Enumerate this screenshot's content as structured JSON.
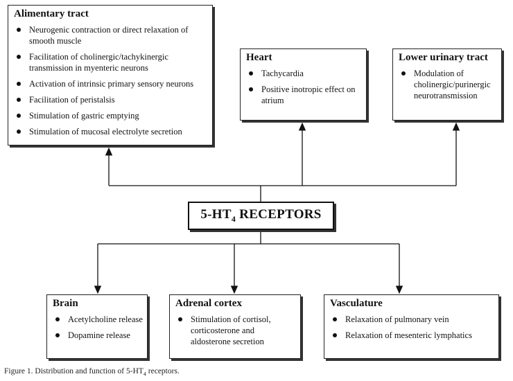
{
  "center": {
    "label_main": "5-HT",
    "label_sub": "4",
    "label_tail": " RECEPTORS"
  },
  "boxes": {
    "alimentary": {
      "title": "Alimentary tract",
      "items": [
        "Neurogenic contraction or direct relaxation of smooth muscle",
        "Facilitation of cholinergic/tachykinergic transmission in myenteric neurons",
        "Activation of intrinsic primary sensory neurons",
        "Facilitation of peristalsis",
        "Stimulation of gastric emptying",
        "Stimulation of mucosal electrolyte secretion"
      ]
    },
    "heart": {
      "title": "Heart",
      "items": [
        "Tachycardia",
        "Positive inotropic effect on atrium"
      ]
    },
    "urinary": {
      "title": "Lower urinary tract",
      "items": [
        "Modulation of cholinergic/purinergic neurotransmission"
      ]
    },
    "brain": {
      "title": "Brain",
      "items": [
        "Acetylcholine release",
        "Dopamine release"
      ]
    },
    "adrenal": {
      "title": "Adrenal cortex",
      "items": [
        "Stimulation of cortisol, corticosterone and aldosterone secretion"
      ]
    },
    "vasculature": {
      "title": "Vasculature",
      "items": [
        "Relaxation of pulmonary vein",
        "Relaxation of mesenteric lymphatics"
      ]
    }
  },
  "caption": {
    "prefix": "Figure 1. Distribution and function of 5-HT",
    "sub": "4",
    "suffix": " receptors."
  }
}
